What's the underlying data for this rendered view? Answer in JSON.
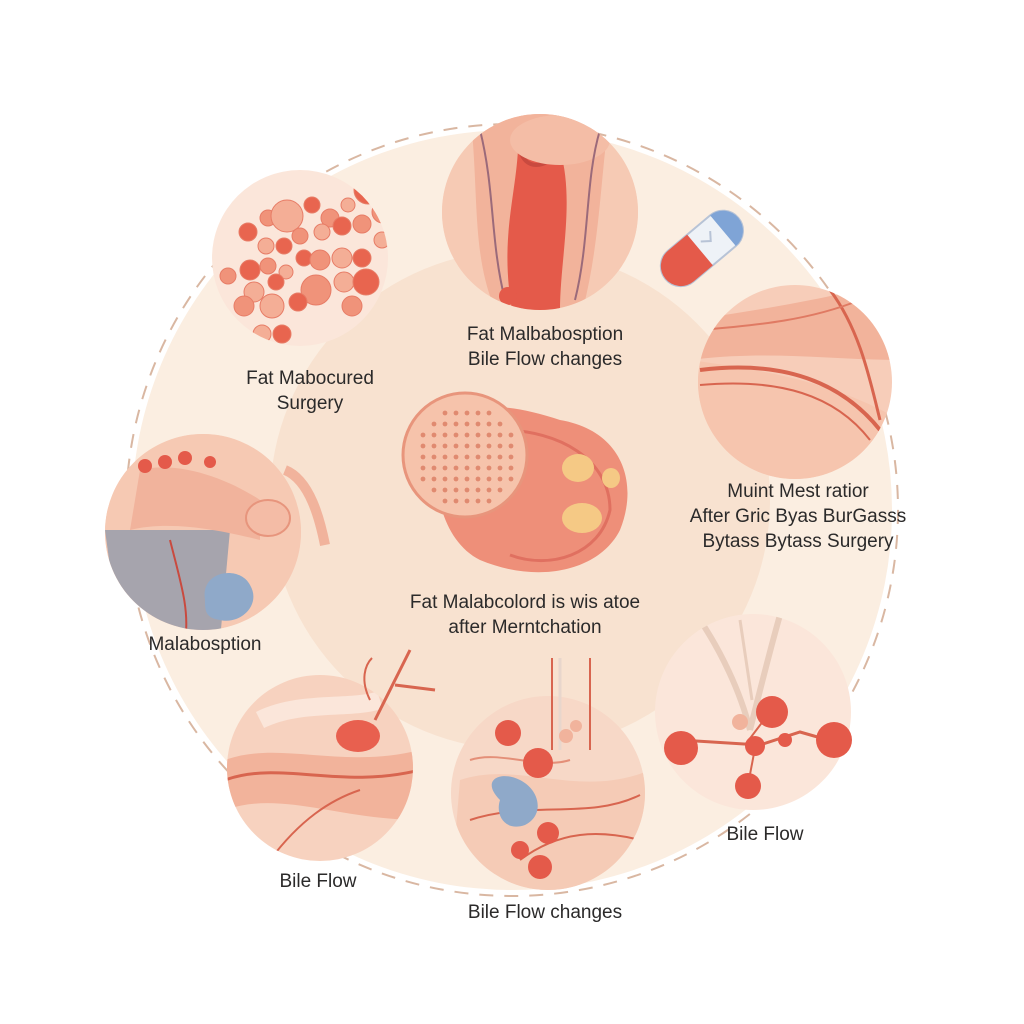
{
  "palette": {
    "background": "#ffffff",
    "outer_disc": "#fbeee1",
    "inner_disc": "#f8e1cf",
    "tissue_light": "#f6c9b3",
    "tissue_mid": "#ee9f86",
    "tissue_red": "#e45a4a",
    "vessel": "#c94a3f",
    "nodule_blue": "#8fa9c9",
    "fat_yellow": "#f5c985",
    "dash": "#d9b7a2",
    "text": "#2b2a2a"
  },
  "labels": {
    "top": {
      "line1": "Fat Malbabosption",
      "line2": "Bile Flow changes"
    },
    "upper_left": {
      "line1": "Fat Mabocured",
      "line2": "Surgery"
    },
    "right": {
      "line1": "Muint Mest ratior",
      "line2": "After Gric Byas BurGasss",
      "line3": "Bytass Bytass Surgery"
    },
    "center": {
      "line1": "Fat Malabcolord is wis atoe",
      "line2": "after Merntchation"
    },
    "left": {
      "line1": "Malabosption"
    },
    "bottom_left": {
      "line1": "Bile Flow"
    },
    "bottom_center": {
      "line1": "Bile Flow changes"
    },
    "bottom_right": {
      "line1": "Bile Flow"
    }
  },
  "icons": {
    "top": "esophagus-stomach-section-icon",
    "upper_left": "fat-droplet-cluster-icon",
    "capsule": "capsule-pill-icon",
    "right": "intestinal-layers-icon",
    "center": "stomach-cross-section-icon",
    "left": "gallbladder-duct-icon",
    "bottom_left": "bile-duct-vessel-icon",
    "bottom_center": "intestinal-villi-icon",
    "bottom_right": "lymph-node-chain-icon"
  }
}
